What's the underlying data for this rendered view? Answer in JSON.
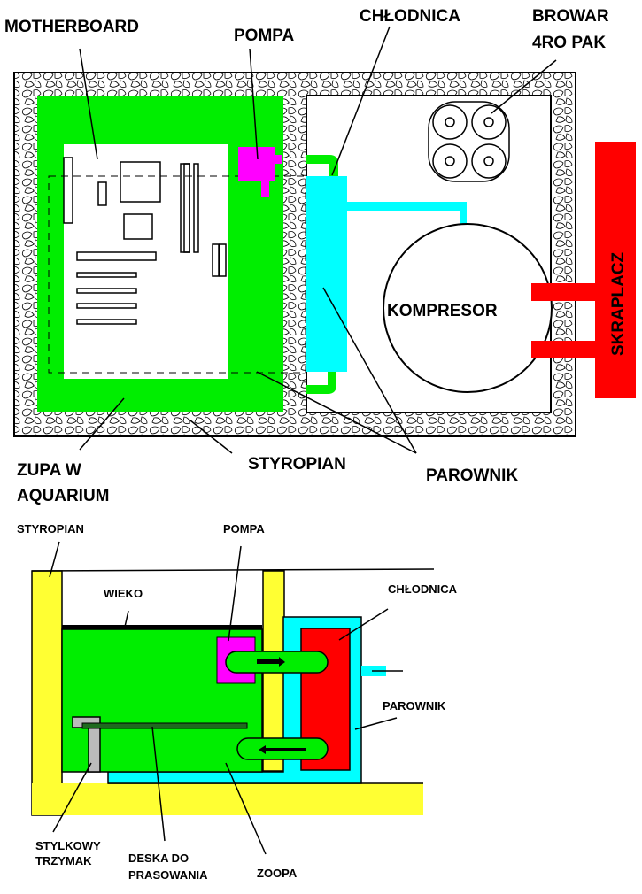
{
  "top_view": {
    "labels": {
      "motherboard": "MOTHERBOARD",
      "pompa": "POMPA",
      "chlodnica": "CHŁODNICA",
      "browar_line1": "BROWAR",
      "browar_line2": "4RO PAK",
      "kompresor": "KOMPRESOR",
      "skraplacz": "SKRAPLACZ",
      "zupa_line1": "ZUPA W",
      "zupa_line2": "AQUARIUM",
      "styropian": "STYROPIAN",
      "parownik": "PAROWNIK"
    }
  },
  "side_view": {
    "labels": {
      "styropian": "STYROPIAN",
      "pompa": "POMPA",
      "wieko": "WIEKO",
      "chlodnica": "CHŁODNICA",
      "parownik": "PAROWNIK",
      "stylkowy_line1": "STYLKOWY",
      "stylkowy_line2": "TRZYMAK",
      "deska_line1": "DESKA DO",
      "deska_line2": "PRASOWANIA",
      "zoopa": "ZOOPA"
    }
  },
  "colors": {
    "water": "#00ee00",
    "pump": "#ff00ff",
    "evaporator": "#00ffff",
    "condenser": "#ff0000",
    "styrofoam": "#ffff33"
  }
}
